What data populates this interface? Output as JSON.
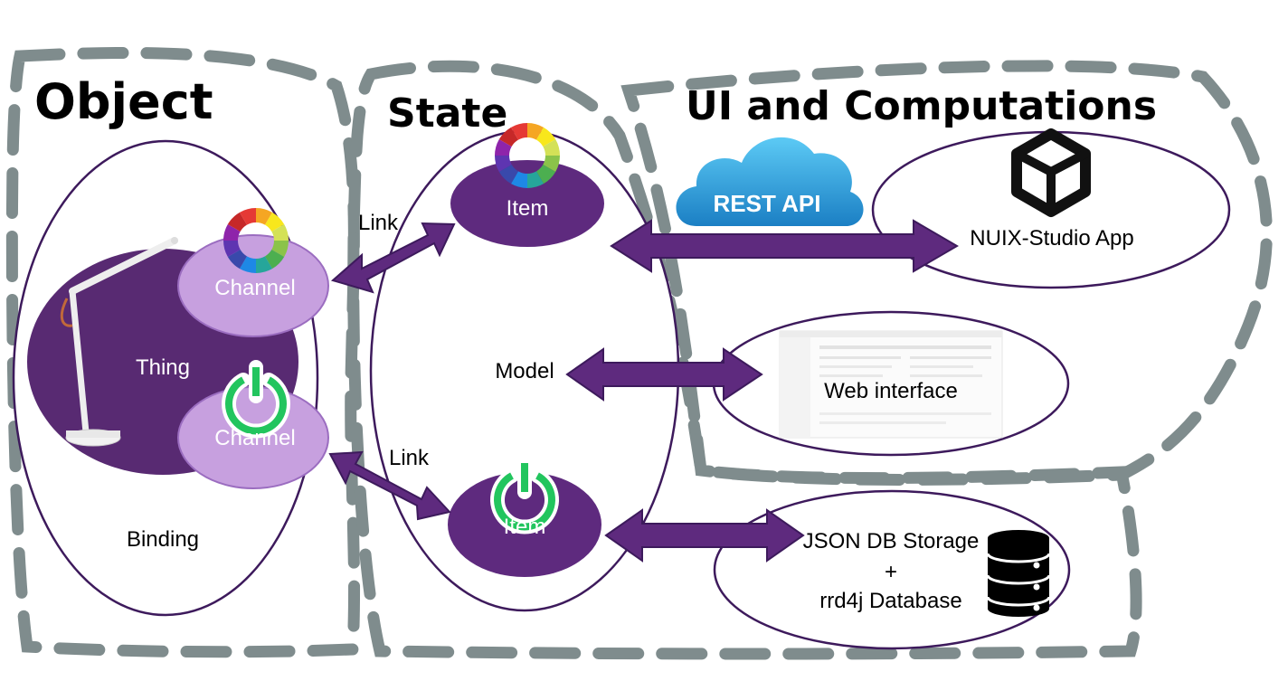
{
  "regions": {
    "object": "Object",
    "state": "State",
    "ui": "UI and Computations"
  },
  "labels": {
    "thing": "Thing",
    "channel_top": "Channel",
    "channel_bottom": "Channel",
    "binding": "Binding",
    "item_top": "Item",
    "item_bottom": "Item",
    "model": "Model",
    "link_top": "Link",
    "link_bottom": "Link",
    "rest_api": "REST API",
    "nuix_app": "NUIX-Studio App",
    "web_interface": "Web interface",
    "json_db": "JSON DB Storage",
    "plus": "+",
    "rrd4j": "rrd4j Database"
  },
  "colors": {
    "region_border": "#7f8c8d",
    "ellipse_stroke": "#3d1a5c",
    "thing_fill": "#582a72",
    "item_fill": "#5e2a7e",
    "channel_fill": "#c7a0df",
    "arrow_fill": "#5e2a7e",
    "cloud_top": "#4fc3f7",
    "cloud_bottom": "#1e88c8",
    "power_icon": "#22c55e"
  },
  "icons": [
    "color-wheel-icon",
    "power-icon",
    "desk-lamp-icon",
    "cloud-icon",
    "unity-logo-icon",
    "database-icon",
    "web-screenshot-thumbnail"
  ]
}
